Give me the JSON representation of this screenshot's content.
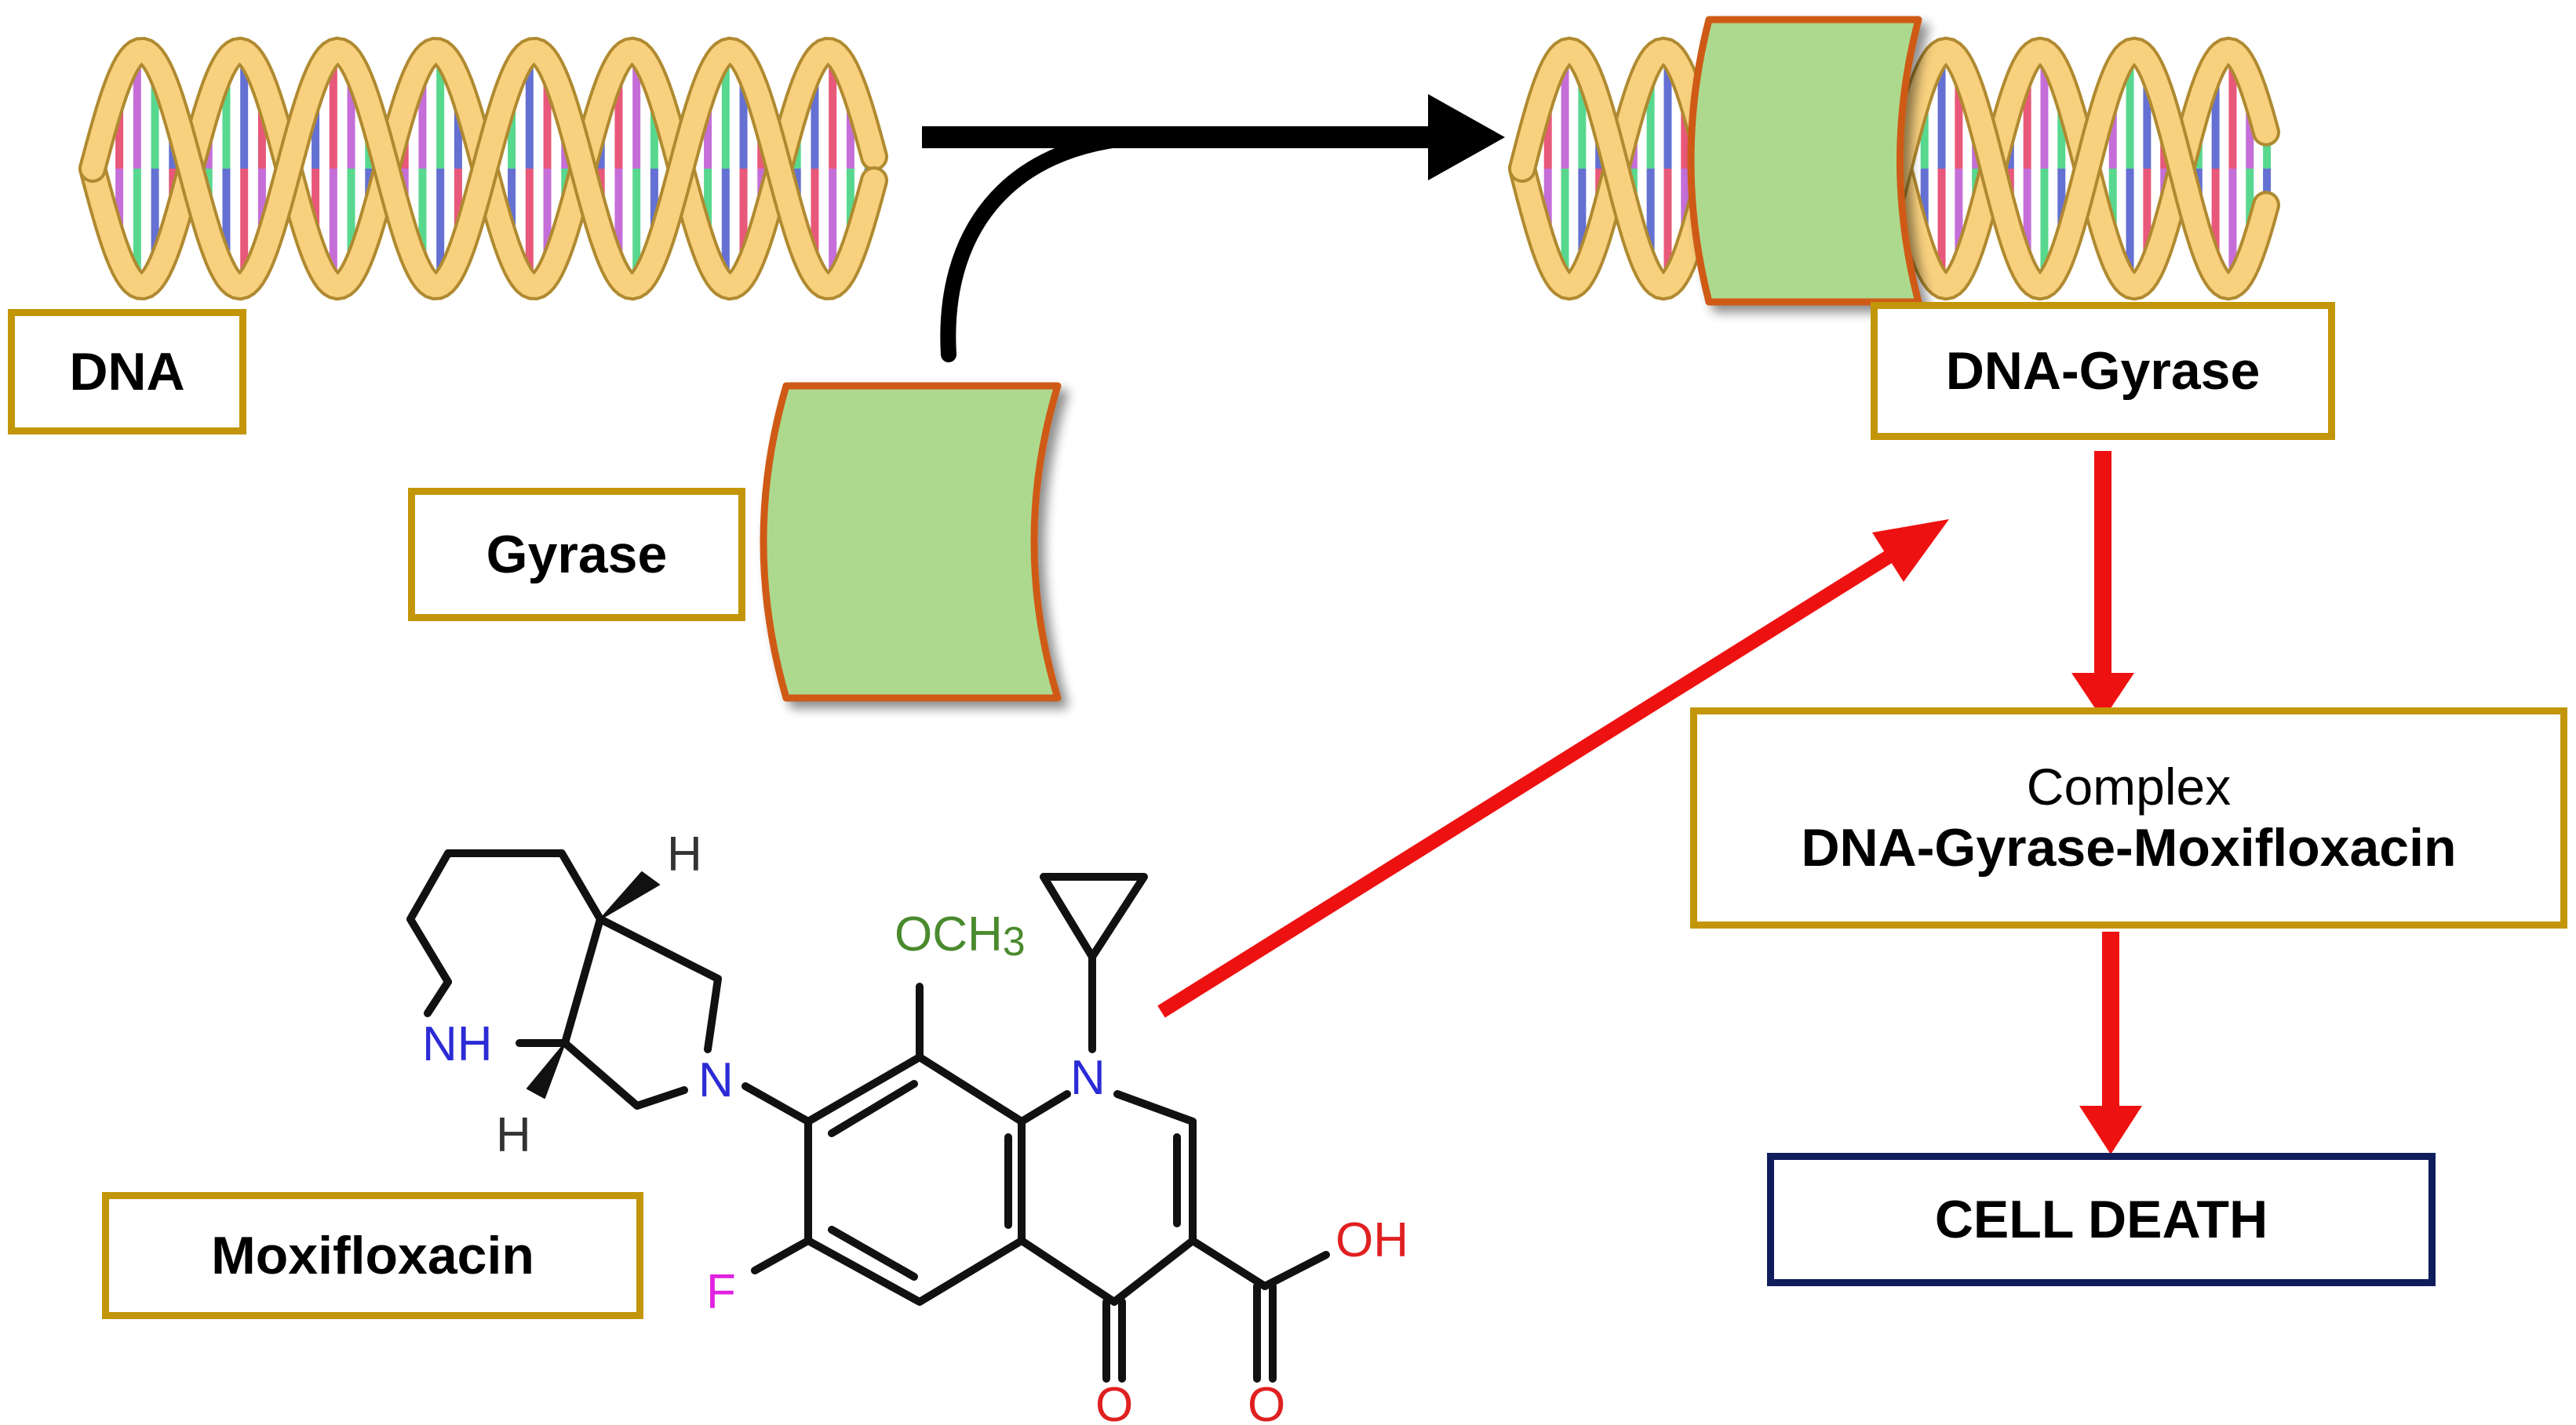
{
  "labels": {
    "dna": "DNA",
    "gyrase": "Gyrase",
    "dna_gyrase": "DNA-Gyrase",
    "complex_title": "Complex",
    "complex_name": "DNA-Gyrase-Moxifloxacin",
    "cell_death": "CELL DEATH",
    "moxifloxacin": "Moxifloxacin"
  },
  "atoms": {
    "h_top": "H",
    "nh": "NH",
    "h_bottom": "H",
    "n_ring": "N",
    "och3_main": "OCH",
    "och3_sub": "3",
    "n_quinolone": "N",
    "f": "F",
    "o_keto": "O",
    "o_acid": "O",
    "oh": "OH"
  },
  "colors": {
    "label_border": "#c3960a",
    "cell_death_border": "#0f1d5c",
    "gyrase_fill": "#acd98e",
    "gyrase_stroke": "#cf5a12",
    "helix_strand": "#f8d07e",
    "helix_edge": "#b08a30",
    "arrow_black": "#000000",
    "arrow_red": "#ee1111",
    "base_blue": "#6470d2",
    "base_pink": "#e8587a",
    "base_purple": "#c56ed8",
    "base_green": "#58d88e",
    "atom_nitrogen": "#2b2bd6",
    "atom_oxygen": "#e02020",
    "atom_fluorine": "#e020e0",
    "atom_methoxy": "#4a8a2e",
    "atom_default": "#333333"
  },
  "icons": [
    "dna-helix-icon",
    "gyrase-enzyme-icon",
    "dna-gyrase-complex-icon",
    "moxifloxacin-structure"
  ]
}
